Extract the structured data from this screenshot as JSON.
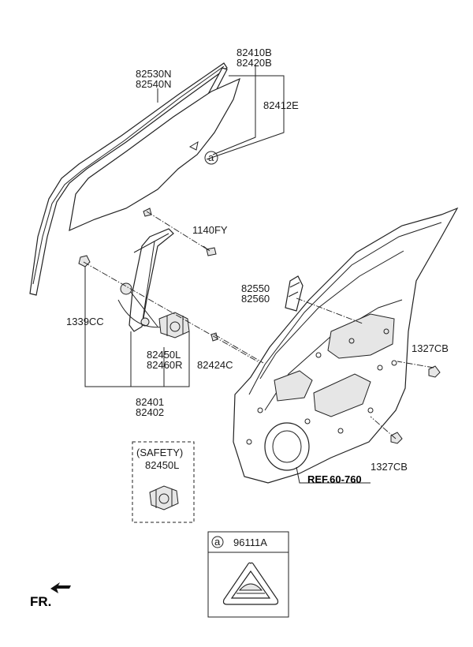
{
  "labels": {
    "glass_run": [
      "82530N",
      "82540N"
    ],
    "glass": [
      "82410B",
      "82420B"
    ],
    "glass_clip": "82412E",
    "bolt": "1140FY",
    "nut": "1339CC",
    "regulator": [
      "82401",
      "82402"
    ],
    "motor": [
      "82450L",
      "82460R"
    ],
    "clip": "82424C",
    "delta_cover": [
      "82550",
      "82560"
    ],
    "nut_right_upper": "1327CB",
    "nut_right_lower": "1327CB",
    "ref": "REF.60-760",
    "safety_title": "(SAFETY)",
    "safety_part": "82450L",
    "callout_letter": "a",
    "callout_part": "96111A",
    "front": "FR."
  },
  "icons": [
    "glass-run-channel",
    "door-glass",
    "window-regulator",
    "regulator-motor",
    "delta-cover",
    "door-panel",
    "nut-icon",
    "bolt-icon",
    "clip-icon",
    "triangle-emblem-icon",
    "front-arrow-icon"
  ]
}
